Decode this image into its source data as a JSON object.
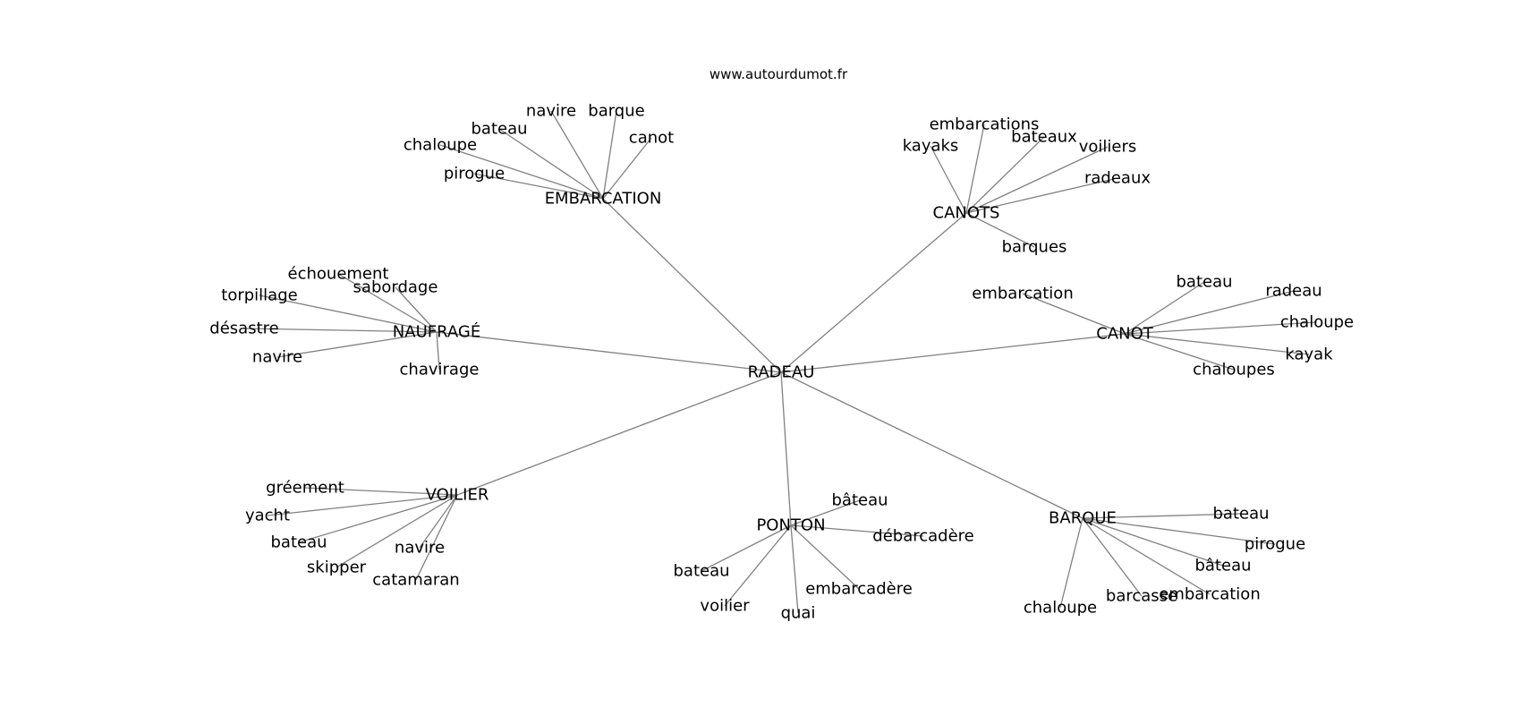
{
  "site": "www.autourdumot.fr",
  "line_color": "#808080",
  "center": "RADEAU",
  "clusters": [
    {
      "label": "EMBARCATION",
      "leaves": [
        "navire",
        "barque",
        "bateau",
        "canot",
        "chaloupe",
        "pirogue"
      ]
    },
    {
      "label": "CANOTS",
      "leaves": [
        "embarcations",
        "kayaks",
        "bateaux",
        "voiliers",
        "radeaux",
        "barques"
      ]
    },
    {
      "label": "NAUFRAGÉ",
      "leaves": [
        "échouement",
        "sabordage",
        "torpillage",
        "désastre",
        "navire",
        "chavirage"
      ]
    },
    {
      "label": "CANOT",
      "leaves": [
        "embarcation",
        "bateau",
        "radeau",
        "chaloupe",
        "kayak",
        "chaloupes"
      ]
    },
    {
      "label": "VOILIER",
      "leaves": [
        "gréement",
        "yacht",
        "bateau",
        "navire",
        "skipper",
        "catamaran"
      ]
    },
    {
      "label": "PONTON",
      "leaves": [
        "bâteau",
        "débarcadère",
        "bateau",
        "embarcadère",
        "voilier",
        "quai"
      ]
    },
    {
      "label": "BARQUE",
      "leaves": [
        "bateau",
        "pirogue",
        "bâteau",
        "embarcation",
        "barcasse",
        "chaloupe"
      ]
    }
  ]
}
